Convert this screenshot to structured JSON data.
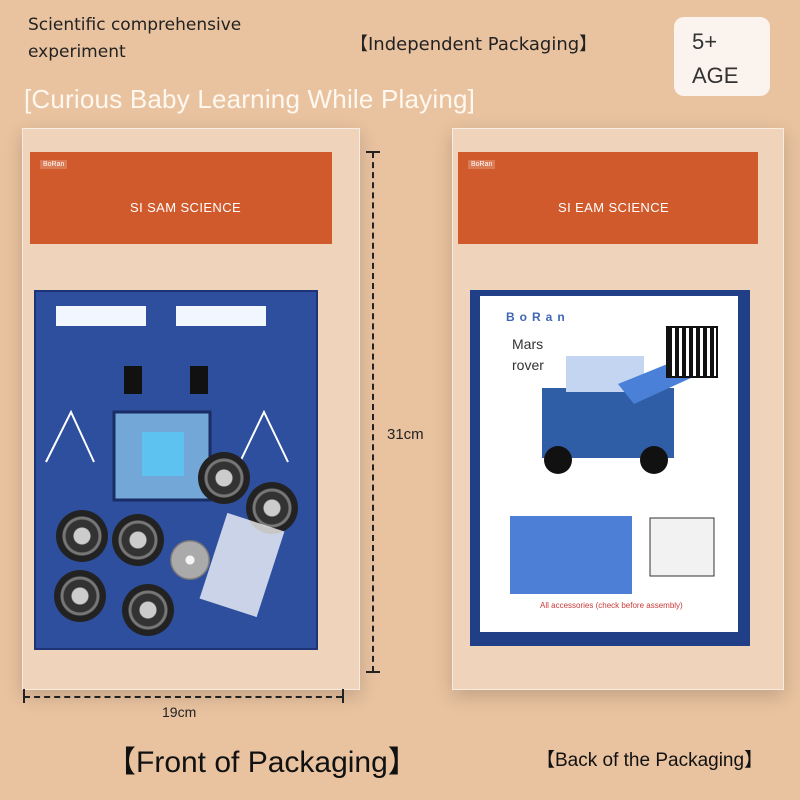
{
  "header": {
    "subtitle": "Scientific comprehensive experiment",
    "badge_independent": "【Independent Packaging】",
    "age": {
      "line1": "5+",
      "line2": "AGE"
    },
    "slogan": "[Curious Baby Learning While Playing]"
  },
  "front": {
    "header_text": "SI  SAM SCIENCE"
  },
  "back": {
    "header_text": "SI  EAM SCIENCE",
    "brand": "BoRan",
    "model_line1": "Mars",
    "model_line2": "rover",
    "disclaimer": "All accessories (check before assembly)"
  },
  "dimensions": {
    "height": "31cm",
    "width": "19cm"
  },
  "captions": {
    "front": "【Front of Packaging】",
    "back": "【Back of the Packaging】"
  }
}
